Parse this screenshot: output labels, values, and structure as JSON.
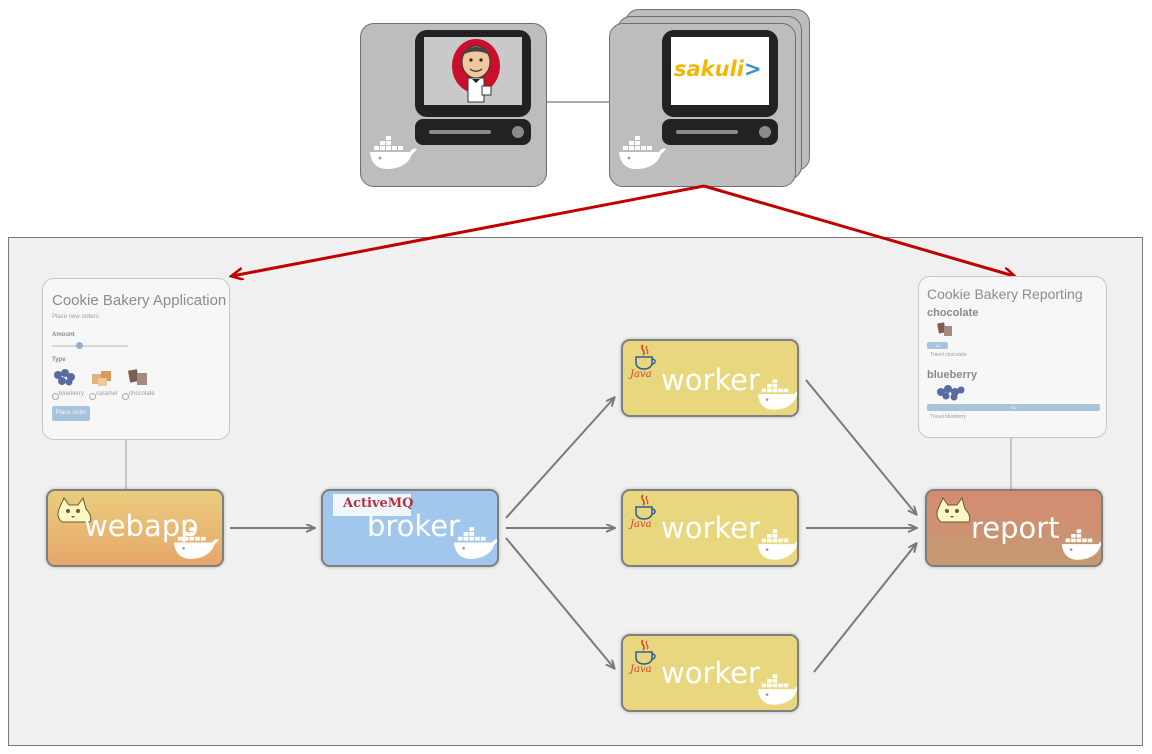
{
  "colors": {
    "machine": "#bdbdbd",
    "panel": "#f0f0f0",
    "red_arrow": "#c00000",
    "grey_arrow": "#7a7a7a",
    "webapp": "#e8c071",
    "broker": "#9fc5ea",
    "worker": "#e8d680",
    "report": "#c98a6e"
  },
  "top": {
    "jenkins": {
      "icon": "jenkins-butler-icon"
    },
    "sakuli": {
      "logo_text": "sakuli",
      "logo_mark": ">"
    }
  },
  "webapp_ui": {
    "title": "Cookie Bakery Application",
    "subtitle": "Place new orders:",
    "amount_label": "Amount",
    "type_label": "Type",
    "options": [
      "blueberry",
      "caramel",
      "chocolate"
    ],
    "button": "Place order"
  },
  "report_ui": {
    "title": "Cookie Bakery Reporting",
    "sections": [
      {
        "name": "chocolate",
        "bar_value": "10",
        "note": "Travel chocolate"
      },
      {
        "name": "blueberry",
        "bar_value": "432",
        "note": "Travel blueberry"
      }
    ]
  },
  "services": {
    "webapp": {
      "label": "webapp",
      "tech_icon": "tomcat-icon"
    },
    "broker": {
      "label": "broker",
      "tech_logo": "ActiveMQ"
    },
    "workers": [
      {
        "label": "worker",
        "tech_text": "Java"
      },
      {
        "label": "worker",
        "tech_text": "Java"
      },
      {
        "label": "worker",
        "tech_text": "Java"
      }
    ],
    "report": {
      "label": "report",
      "tech_icon": "tomcat-icon"
    }
  }
}
